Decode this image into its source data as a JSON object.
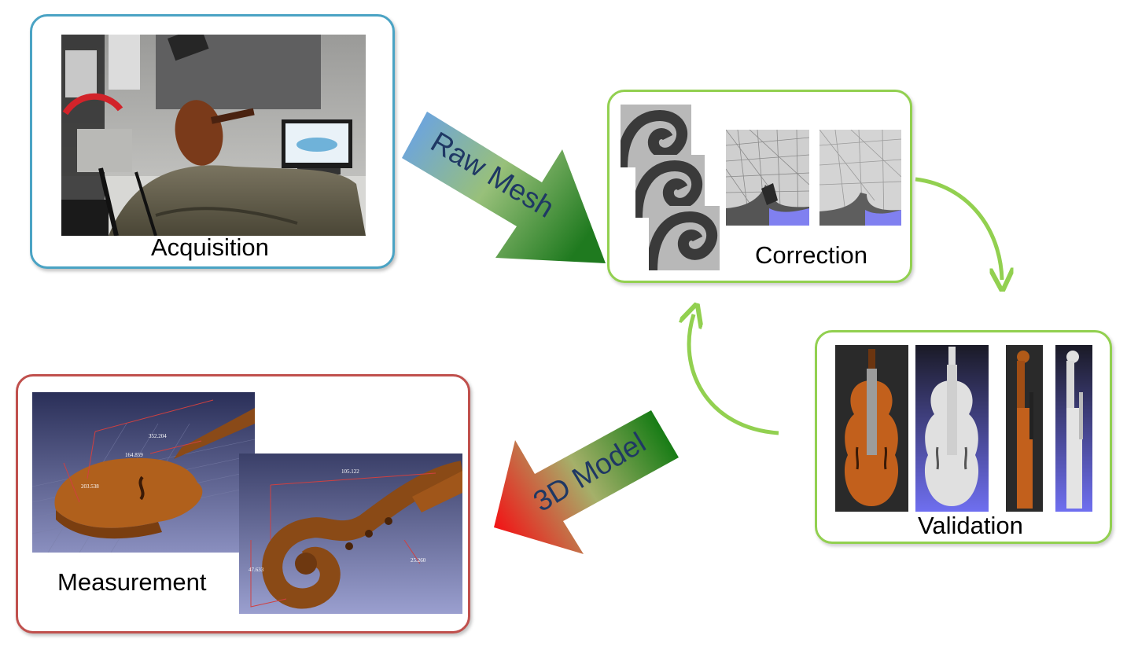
{
  "stages": {
    "acquisition": {
      "label": "Acquisition"
    },
    "correction": {
      "label": "Correction"
    },
    "validation": {
      "label": "Validation"
    },
    "measurement": {
      "label": "Measurement"
    }
  },
  "arrows": {
    "raw_mesh": {
      "label": "Raw Mesh"
    },
    "model_3d": {
      "label": "3D Model"
    }
  },
  "measurements": {
    "body": [
      "352.204",
      "164.859",
      "203.538"
    ],
    "scroll": [
      "105.122",
      "47.633",
      "25.260"
    ]
  },
  "colors": {
    "acquisition_border": "#4aa3c4",
    "correction_border": "#92d050",
    "validation_border": "#92d050",
    "measurement_border": "#c0504d",
    "cycle_arrow": "#92d050",
    "arrow_text": "#1f3864"
  }
}
